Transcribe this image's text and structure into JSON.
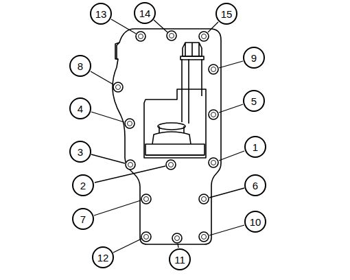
{
  "diagram": {
    "nodes": [
      {
        "text": [
          "13"
        ]
      },
      {
        "text": [
          "14"
        ]
      },
      {
        "text": [
          "15"
        ]
      },
      {
        "text": [
          "8"
        ]
      },
      {
        "text": [
          "9"
        ]
      },
      {
        "text": [
          "4"
        ]
      },
      {
        "text": [
          "5"
        ]
      },
      {
        "text": [
          "3"
        ]
      },
      {
        "text": [
          "1"
        ]
      },
      {
        "text": [
          "2"
        ]
      },
      {
        "text": [
          "6"
        ]
      },
      {
        "text": [
          "7"
        ]
      },
      {
        "text": [
          "10"
        ]
      },
      {
        "text": [
          "12"
        ]
      },
      {
        "text": [
          "11"
        ]
      }
    ]
  }
}
